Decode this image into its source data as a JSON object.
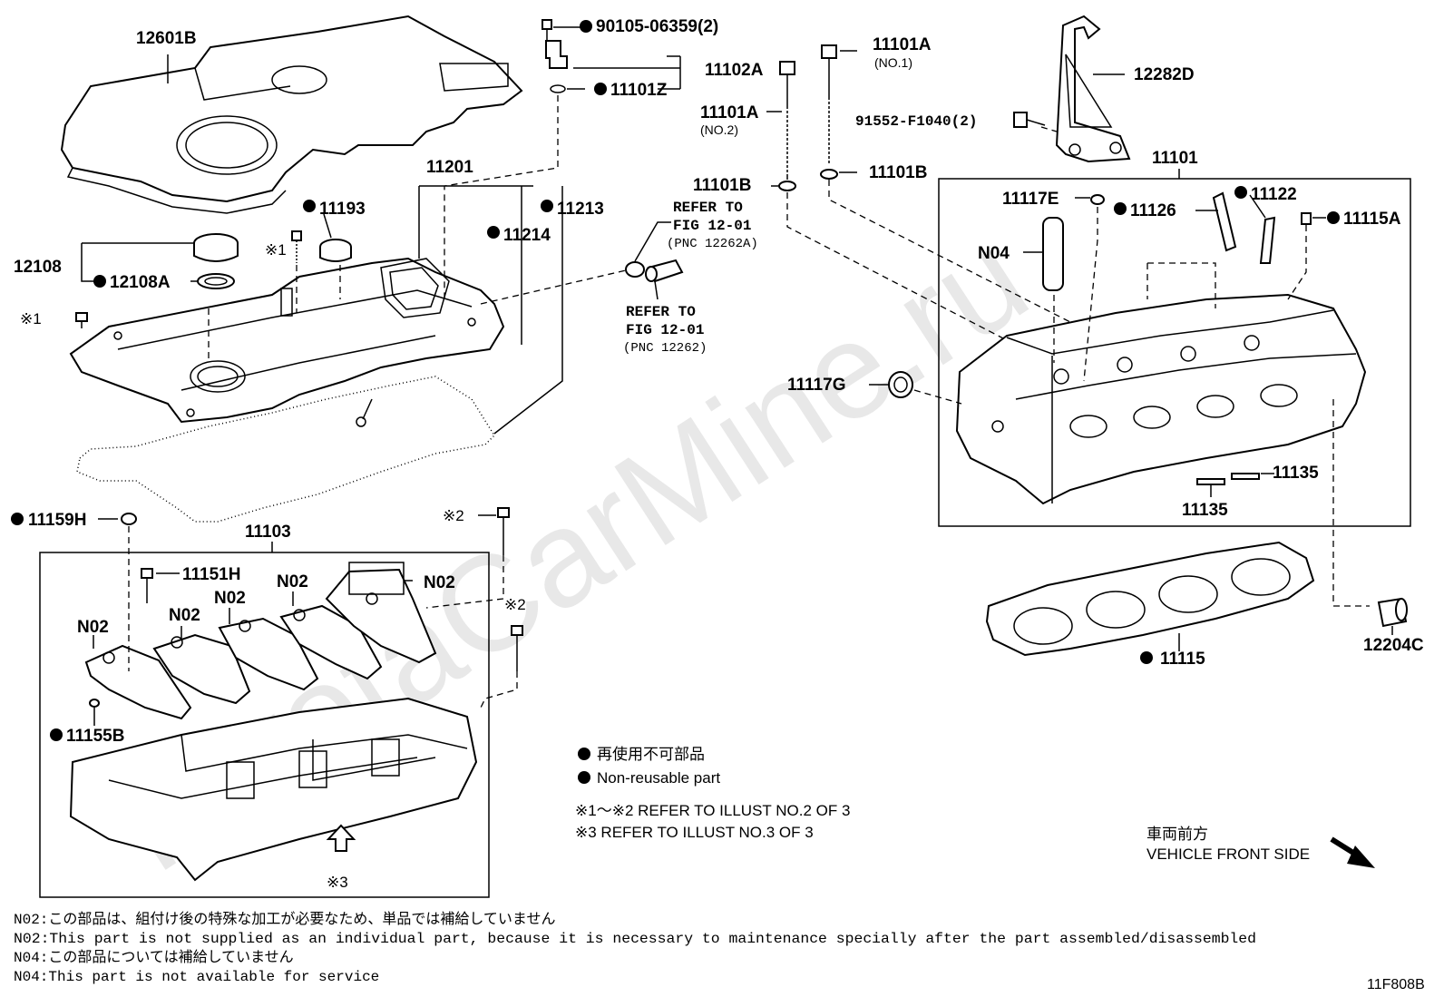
{
  "watermark": "ToyotaCarMine.ru",
  "figure_code": "11F808B",
  "callouts": {
    "cover": "12601B",
    "cap": "12108",
    "cap_gasket": "12108A",
    "head_cover": "11201",
    "plug_11193": "11193",
    "gasket_11213": "11213",
    "gasket_11214": "11214",
    "bolt_90105": "90105-06359(2)",
    "sensor_11102A": "11102A",
    "oring_11101Z": "11101Z",
    "stud_no1": "11101A",
    "stud_no1_sub": "(NO.1)",
    "stud_no2": "11101A",
    "stud_no2_sub": "(NO.2)",
    "washer_left": "11101B",
    "washer_right": "11101B",
    "hanger": "12282D",
    "bolt_91552": "91552-F1040(2)",
    "head_assy": "11101",
    "plug_11117E": "11117E",
    "pin_11126": "11126",
    "pin_11122": "11122",
    "plug_11115A": "11115A",
    "n04": "N04",
    "plug_11117G": "11117G",
    "pin_11135_a": "11135",
    "pin_11135_b": "11135",
    "head_gasket": "11115",
    "plug_12204C": "12204C",
    "plug_11159H": "11159H",
    "housing": "11103",
    "bolt_11151H": "11151H",
    "n02_a": "N02",
    "n02_b": "N02",
    "n02_c": "N02",
    "n02_d": "N02",
    "n02_e": "N02",
    "pin_11155B": "11155B",
    "mark1_left_a": "※1",
    "mark1_left_b": "※1",
    "mark2_a": "※2",
    "mark2_b": "※2",
    "mark3": "※3"
  },
  "refer_notes": {
    "upper_line1": "REFER TO",
    "upper_line2": "FIG 12-01",
    "upper_line3": "(PNC 12262A)",
    "lower_line1": "REFER TO",
    "lower_line2": "FIG 12-01",
    "lower_line3": "(PNC 12262)"
  },
  "legend": {
    "jp": "再使用不可部品",
    "en": "Non-reusable part",
    "ref1": "※1～※2 REFER TO ILLUST NO.2 OF 3",
    "ref2": "※3 REFER TO ILLUST NO.3 OF 3"
  },
  "direction": {
    "jp": "車両前方",
    "en": "VEHICLE FRONT SIDE"
  },
  "footnotes": [
    "N02:この部品は、組付け後の特殊な加工が必要なため、単品では補給していません",
    "N02:This part is not supplied as an individual part, because it is necessary to maintenance specially after the part assembled/disassembled",
    "N04:この部品については補給していません",
    "N04:This part is not available for service"
  ]
}
